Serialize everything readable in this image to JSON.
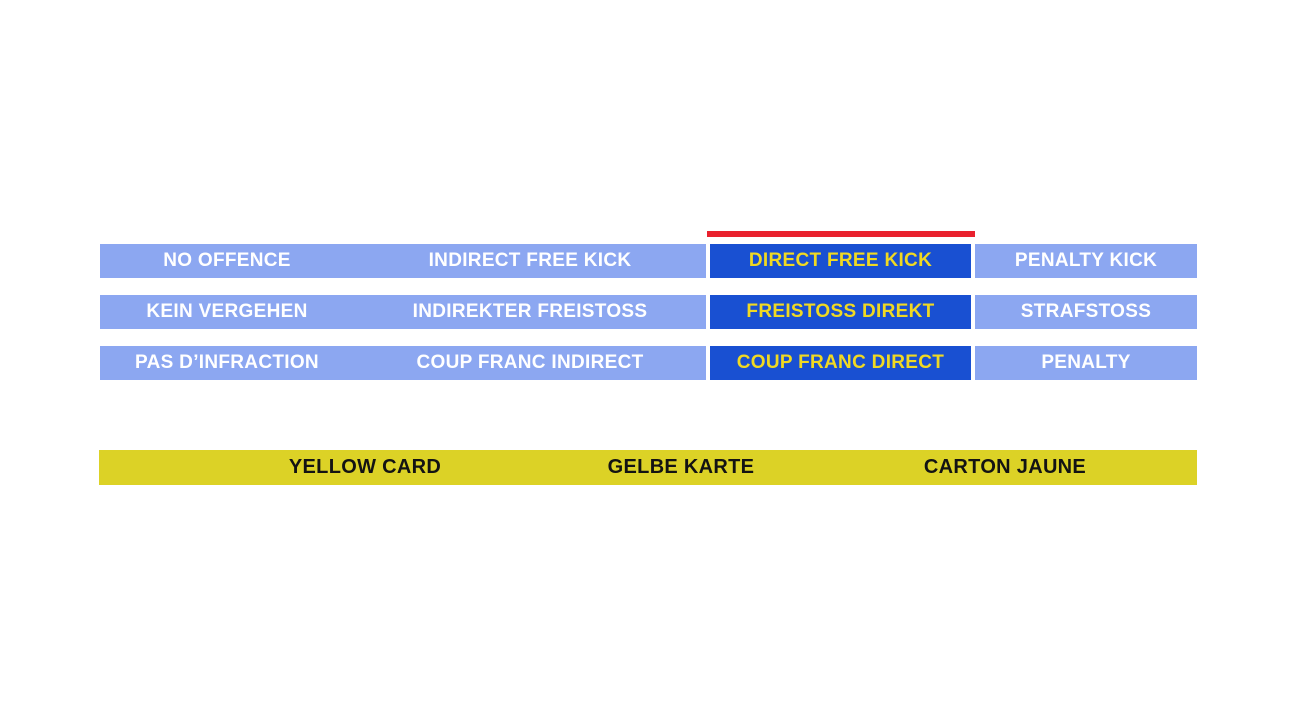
{
  "colors": {
    "background": "#ffffff",
    "option_bg": "#8ca7f1",
    "option_text": "#ffffff",
    "selected_option_bg": "#1950d2",
    "selected_option_text": "#f0d922",
    "selection_indicator": "#e9212e",
    "card_bar_bg": "#dcd226",
    "card_bar_text": "#131313"
  },
  "options_grid": {
    "selected_column_index": 2,
    "rows": [
      {
        "language": "english",
        "selected_index": 2,
        "cells": [
          "NO OFFENCE",
          "INDIRECT FREE KICK",
          "DIRECT FREE KICK",
          "PENALTY KICK"
        ]
      },
      {
        "language": "german",
        "selected_index": 2,
        "cells": [
          "KEIN VERGEHEN",
          "INDIREKTER FREISTOSS",
          "FREISTOSS DIREKT",
          "STRAFSTOSS"
        ]
      },
      {
        "language": "french",
        "selected_index": 2,
        "cells": [
          "PAS D’INFRACTION",
          "COUP FRANC INDIRECT",
          "COUP FRANC DIRECT",
          "PENALTY"
        ]
      }
    ]
  },
  "card_bar": {
    "labels": [
      "YELLOW CARD",
      "GELBE KARTE",
      "CARTON JAUNE"
    ]
  }
}
